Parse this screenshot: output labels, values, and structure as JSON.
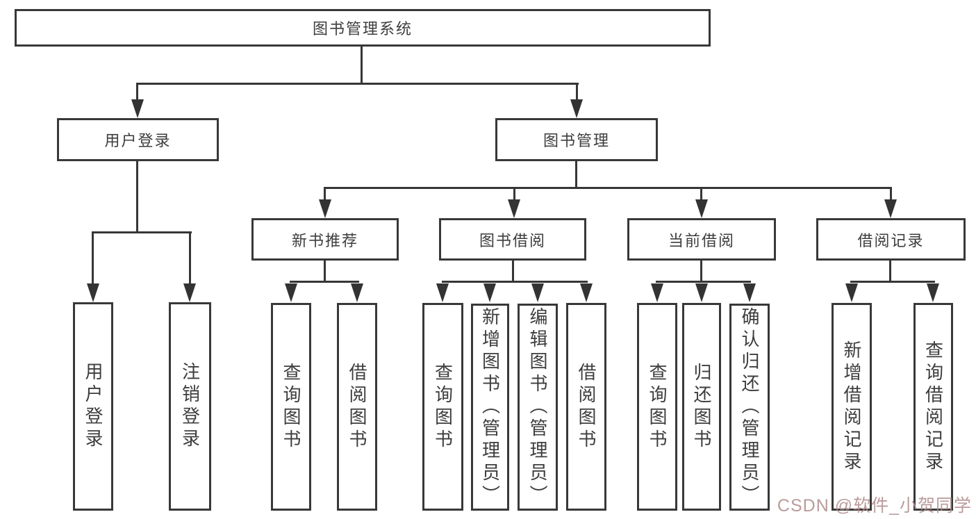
{
  "diagram": {
    "type": "tree-hierarchy",
    "title": "图书管理系统",
    "colors": {
      "background": "#ffffff",
      "line": "#363636",
      "box_border": "#383838",
      "text": "#3d3d3d",
      "watermark": "#b28d8d"
    },
    "nodes": {
      "root": "图书管理系统",
      "user_login": "用户登录",
      "book_mgmt": "图书管理",
      "new_book_rec": "新书推荐",
      "book_borrow": "图书借阅",
      "current_borrow": "当前借阅",
      "borrow_record": "借阅记录"
    },
    "leaves": {
      "user_login": "用户登录",
      "logout": "注销登录",
      "query_book_rec": "查询图书",
      "borrow_book_rec": "借阅图书",
      "query_book_borrow": "查询图书",
      "add_book_admin": "新增图书（管理员）",
      "edit_book_admin": "编辑图书（管理员）",
      "borrow_book_2": "借阅图书",
      "query_book_current": "查询图书",
      "return_book": "归还图书",
      "confirm_return_admin": "确认归还（管理员）",
      "add_borrow_record": "新增借阅记录",
      "query_borrow_record": "查询借阅记录"
    },
    "edges": [
      "root->user_login",
      "root->book_mgmt",
      "user_login->leaf_user_login",
      "user_login->leaf_logout",
      "book_mgmt->new_book_rec",
      "book_mgmt->book_borrow",
      "book_mgmt->current_borrow",
      "book_mgmt->borrow_record",
      "new_book_rec->query_book_rec",
      "new_book_rec->borrow_book_rec",
      "book_borrow->query_book_borrow",
      "book_borrow->add_book_admin",
      "book_borrow->edit_book_admin",
      "book_borrow->borrow_book_2",
      "current_borrow->query_book_current",
      "current_borrow->return_book",
      "current_borrow->confirm_return_admin",
      "borrow_record->add_borrow_record",
      "borrow_record->query_borrow_record"
    ],
    "watermark": "CSDN @软件_小贺同学"
  }
}
